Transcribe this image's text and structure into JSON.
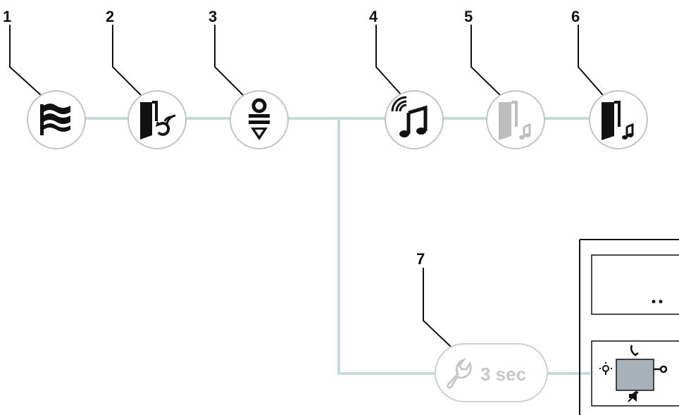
{
  "callouts": [
    "1",
    "2",
    "3",
    "4",
    "5",
    "6",
    "7"
  ],
  "icons": [
    {
      "callout": "1",
      "icon": "flag-icon"
    },
    {
      "callout": "2",
      "icon": "door-intercom-icon"
    },
    {
      "callout": "3",
      "icon": "key-lock-icon"
    },
    {
      "callout": "4",
      "icon": "ringtone-music-icon"
    },
    {
      "callout": "5",
      "icon": "door-music-faded-icon"
    },
    {
      "callout": "6",
      "icon": "door-music-icon"
    },
    {
      "callout": "7",
      "icon": "wrench-icon"
    }
  ],
  "hold_button": {
    "label": "3 sec"
  },
  "colors": {
    "line": "#c8d9dc",
    "icon_dark": "#111111",
    "icon_faded": "#bdbdbd",
    "circle_border": "#c4c4c4",
    "screen_fill": "#a9b2b8"
  }
}
